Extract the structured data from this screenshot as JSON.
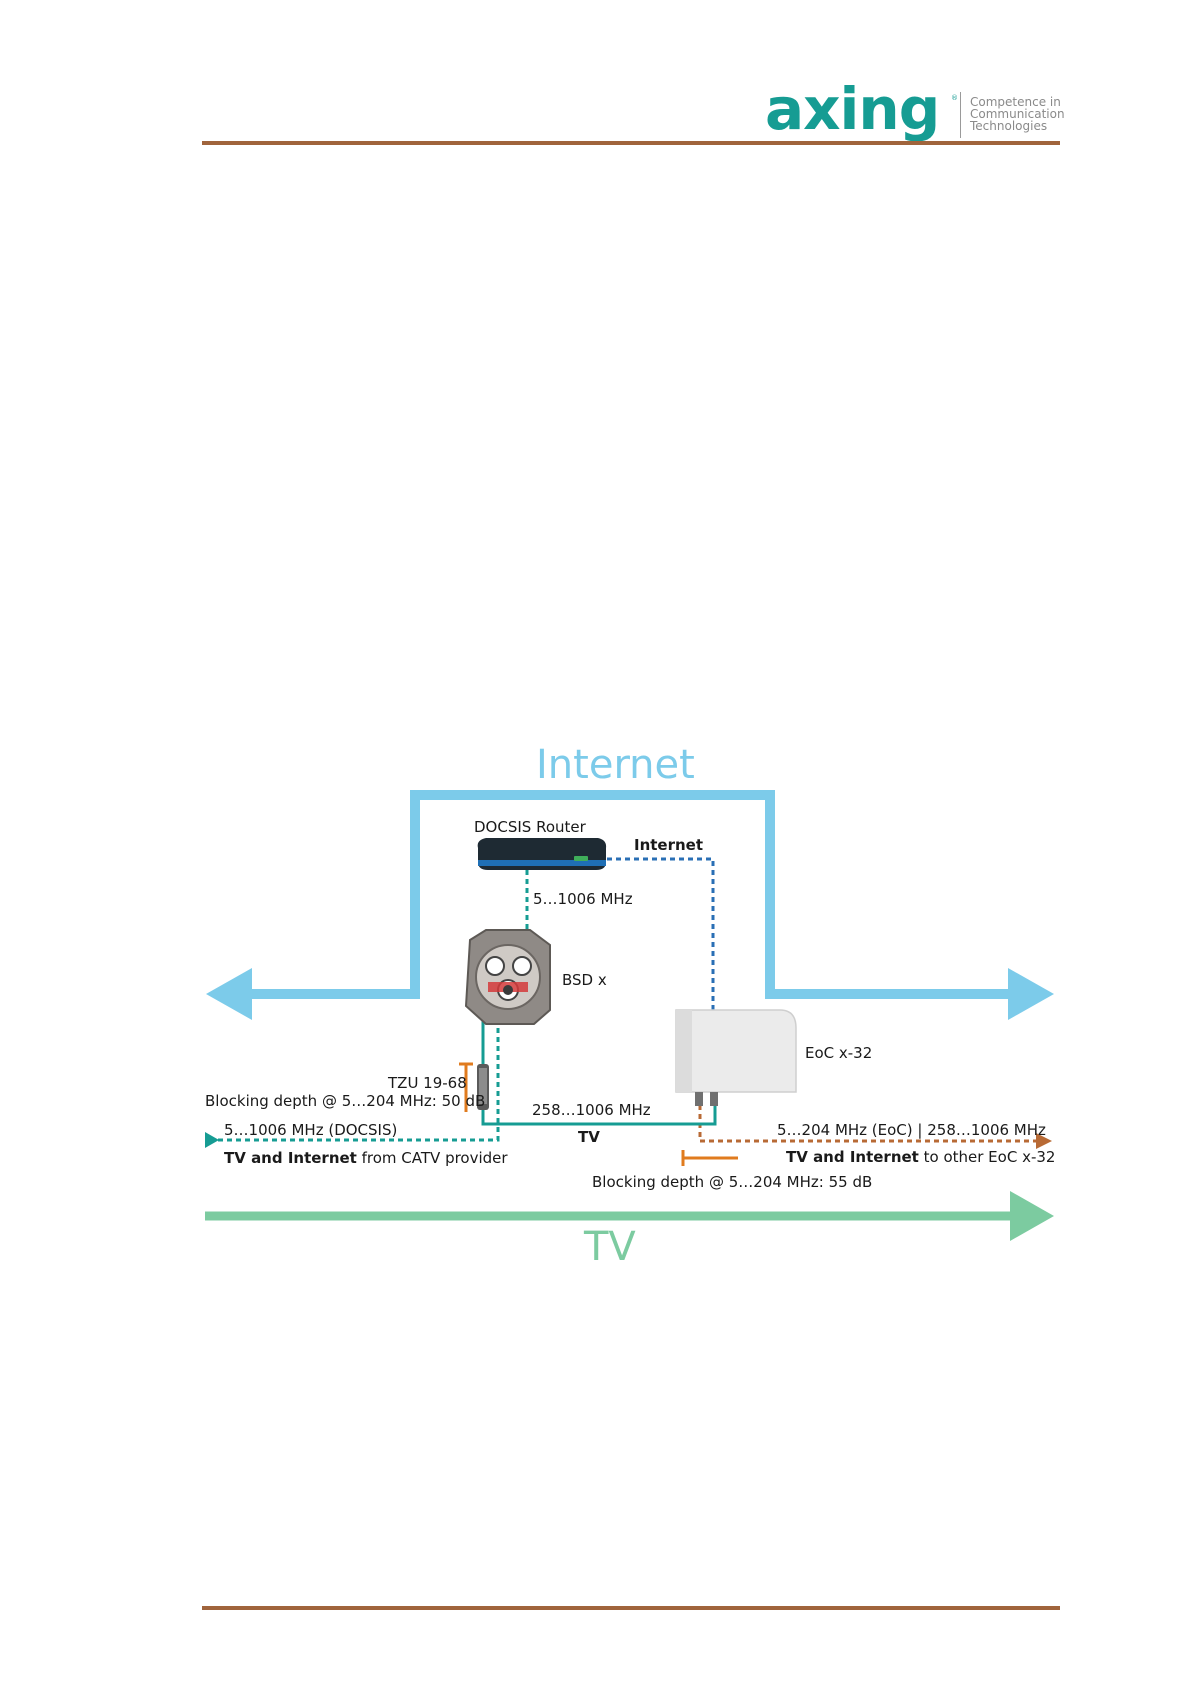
{
  "header": {
    "logo_word": "axing",
    "logo_registered": "®",
    "tagline_1": "Competence in",
    "tagline_2": "Communication",
    "tagline_3": "Technologies"
  },
  "colors": {
    "brand_teal": "#169c93",
    "rule_brown": "#a0643c",
    "internet_blue": "#7ccbea",
    "tv_green": "#7ccba0",
    "orange": "#e07b1e",
    "brown_dashed": "#b86a35",
    "router_blue": "#1f6fb5",
    "link_blue": "#2a6fb5"
  },
  "diagram": {
    "internet_title": "Internet",
    "tv_title": "TV",
    "docsis_router_label": "DOCSIS Router",
    "internet_link_label": "Internet",
    "router_freq_label": "5…1006 MHz",
    "bsd_label": "BSD x",
    "eoc_label": "EoC x-32",
    "tzu_label": "TZU 19-68",
    "tzu_blocking_label": "Blocking depth @ 5…204 MHz: 50 dB",
    "input_freq_label": "5…1006 MHz (DOCSIS)",
    "input_desc_bold": "TV and Internet",
    "input_desc_rest": " from CATV provider",
    "tv_freq_label": "258…1006 MHz",
    "tv_link_label": "TV",
    "output_freq_label": "5…204 MHz (EoC) | 258…1006 MHz",
    "output_desc_bold": "TV and Internet",
    "output_desc_rest": " to other EoC x-32",
    "eoc_blocking_label": "Blocking depth @ 5…204 MHz: 55 dB"
  }
}
